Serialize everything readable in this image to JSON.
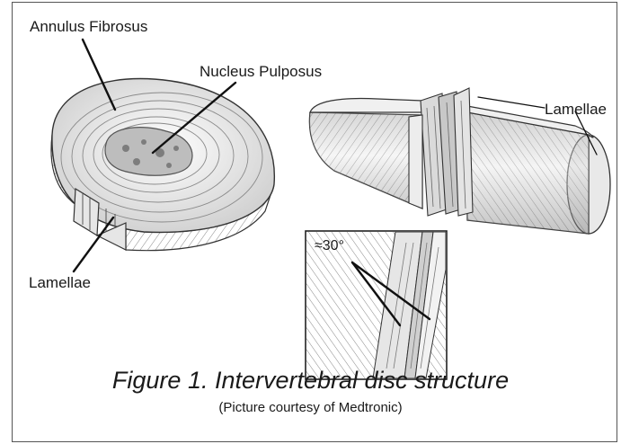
{
  "labels": {
    "annulus_fibrosus": "Annulus Fibrosus",
    "nucleus_pulposus": "Nucleus Pulposus",
    "lamellae_left": "Lamellae",
    "lamellae_right": "Lamellae",
    "angle": "≈30°"
  },
  "caption": {
    "title": "Figure 1. Intervertebral disc structure",
    "credit": "(Picture courtesy of Medtronic)"
  },
  "colors": {
    "ink": "#1a1a1a",
    "shade_dark": "#6e6e6e",
    "shade_mid": "#a8a8a8",
    "shade_light": "#e2e2e2",
    "nucleus": "#bdbdbd"
  }
}
